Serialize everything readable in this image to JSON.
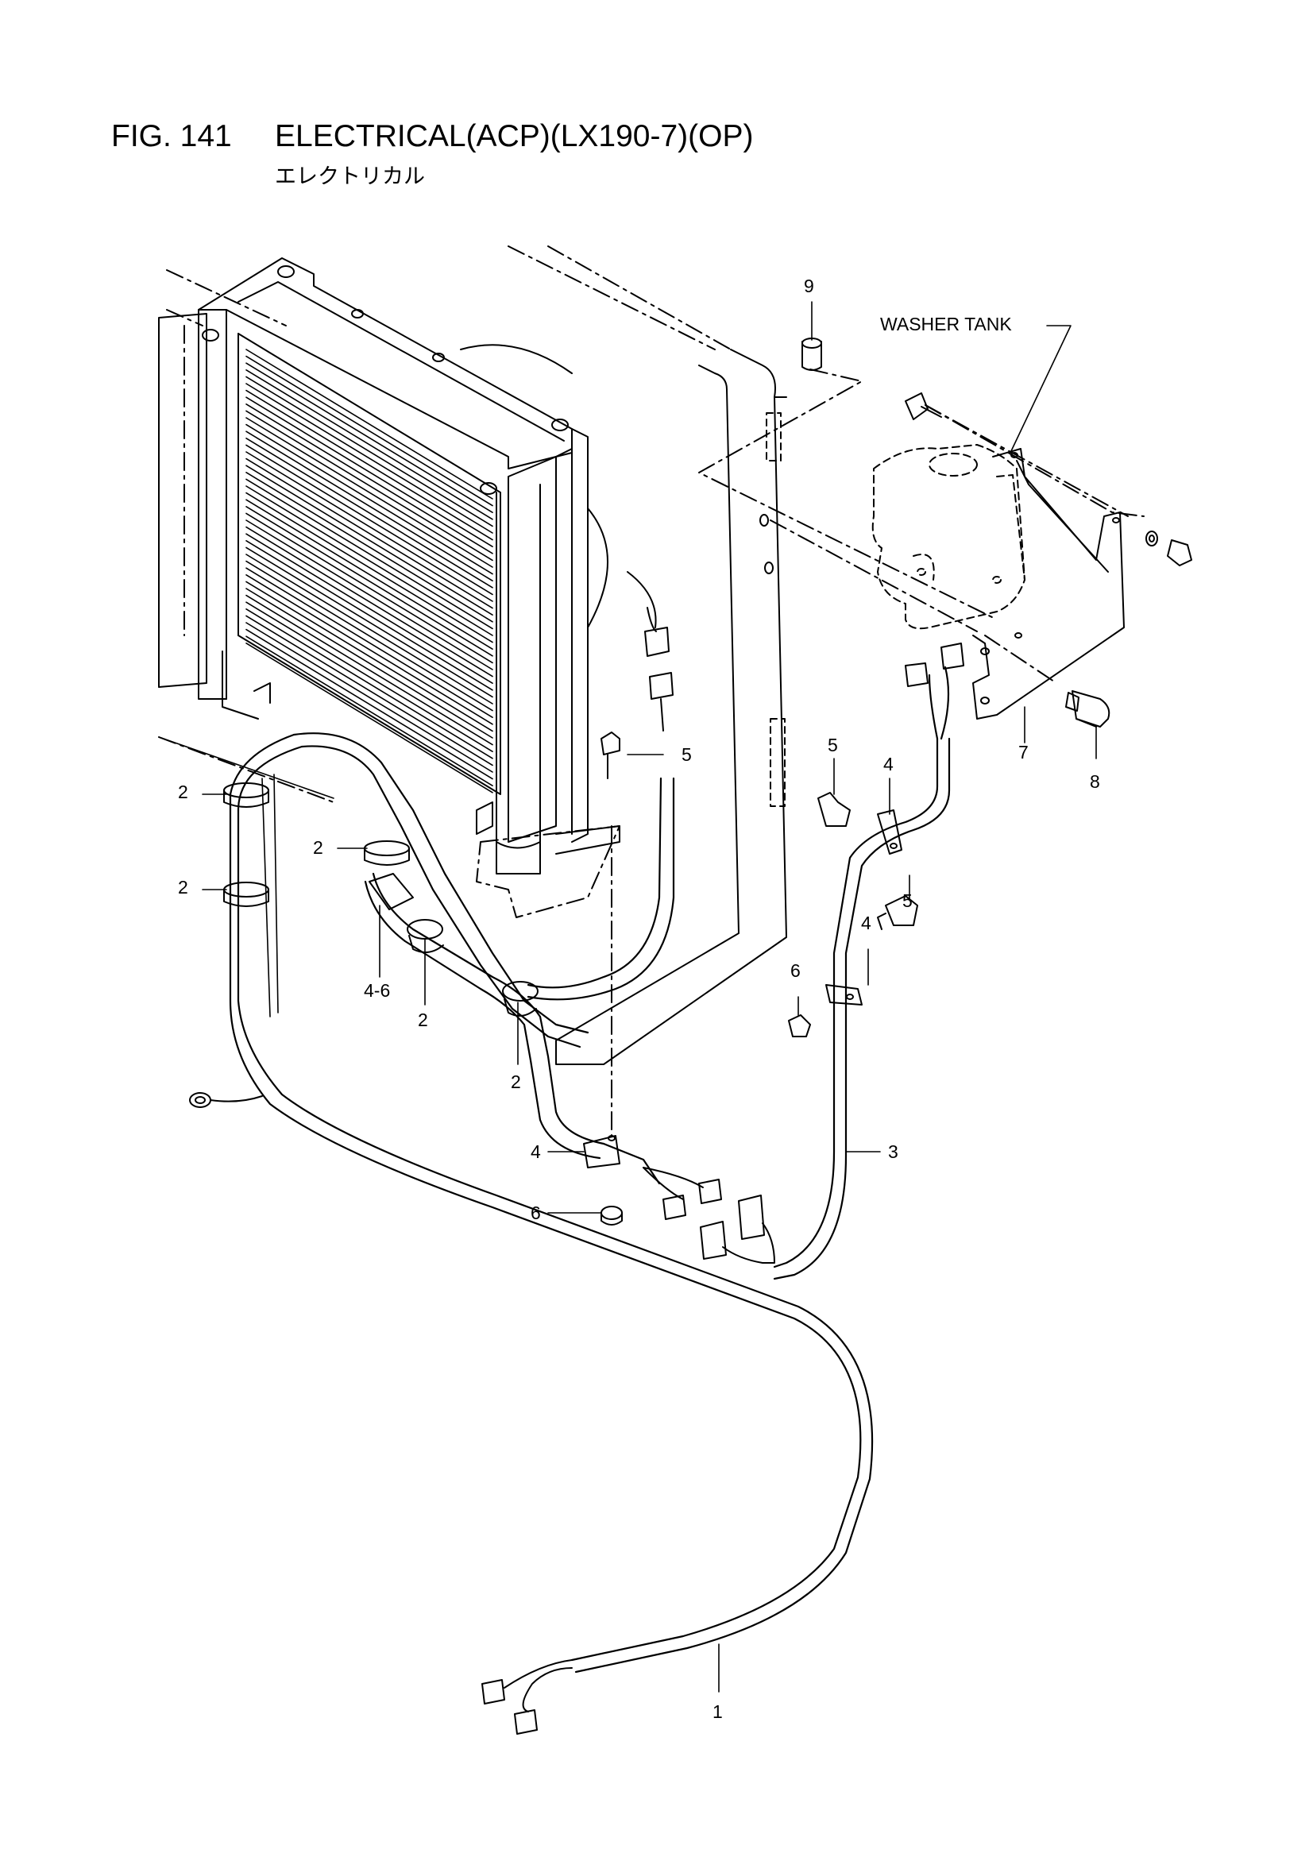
{
  "header": {
    "figure_number": "FIG. 141",
    "title": "ELECTRICAL(ACP)(LX190-7)(OP)",
    "subtitle": "エレクトリカル"
  },
  "callouts": {
    "washer_tank": "WASHER TANK",
    "p1": "1",
    "p2a": "2",
    "p2b": "2",
    "p2c": "2",
    "p2d": "2",
    "p2e": "2",
    "p3": "3",
    "p4a": "4",
    "p4b": "4",
    "p4c": "4",
    "p4_6": "4-6",
    "p5a": "5",
    "p5b": "5",
    "p5c": "5",
    "p6a": "6",
    "p6b": "6",
    "p7": "7",
    "p8": "8",
    "p9": "9"
  }
}
